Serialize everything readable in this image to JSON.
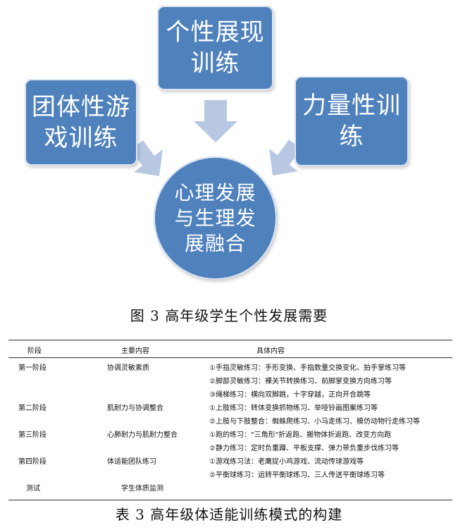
{
  "diagram": {
    "top_node": [
      "个性展现",
      "训练"
    ],
    "left_node": [
      "团体性游",
      "戏训练"
    ],
    "right_node": [
      "力量性训",
      "练"
    ],
    "center_node": [
      "心理发展",
      "与生理发",
      "展融合"
    ]
  },
  "figure_caption": "图 3 高年级学生个性发展需要",
  "table": {
    "headers": [
      "阶段",
      "主要内容",
      "具体内容"
    ],
    "rows": [
      {
        "stage": "第一阶段",
        "content": "协调灵敏素质",
        "detail": "①手指灵敏练习：手形变换、手指数量交换变化、拍手掌练习等"
      },
      {
        "stage": "",
        "content": "",
        "detail": "②脚部灵敏练习：裸关节转换练习、前脚掌变换方向练习等"
      },
      {
        "stage": "",
        "content": "",
        "detail": "③绳梯练习：横向双脚跳，十字穿越，正向开合跳等"
      },
      {
        "stage": "第二阶段",
        "content": "肌耐力与协调整合",
        "detail": "①上肢练习：转体变换抓物练习、举哑铃画图案练习等"
      },
      {
        "stage": "",
        "content": "",
        "detail": "②上肢与下肢整合：蜘蛛爬练习、小马走练习、模仿动物行走练习等"
      },
      {
        "stage": "第三阶段",
        "content": "心肺耐力与肌耐力整合",
        "detail": "①跑的练习：\"三角形\"折返跑、搬物体折返跑、改变方向跑"
      },
      {
        "stage": "",
        "content": "",
        "detail": "②静力练习：定时负重蹲、平板支撑、弹力带负重步伐练习等"
      },
      {
        "stage": "第四阶段",
        "content": "体适能团队练习",
        "detail": "①游戏练习法：老鹰捉小鸡游戏、流动传球游戏等"
      },
      {
        "stage": "",
        "content": "",
        "detail": "②平衡球练习：运转平衡球练习、三人传送平衡球练习等"
      },
      {
        "stage": "测试",
        "content": "学生体质监测",
        "detail": ""
      }
    ]
  },
  "table_caption": "表 3 高年级体适能训练模式的构建",
  "colors": {
    "node_fill": "#4f81bd",
    "arrow_fill": "#b9c8e2"
  }
}
